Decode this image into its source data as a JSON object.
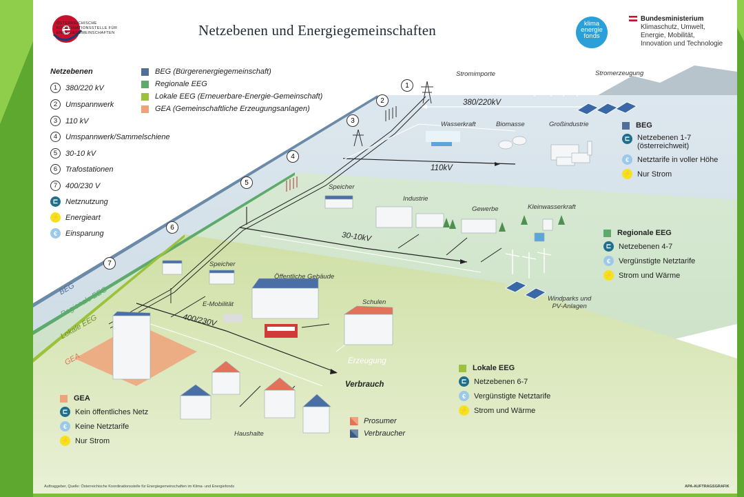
{
  "title": "Netzebenen und Energiegemeinschaften",
  "logo": {
    "org_line1": "ÖSTERREICHISCHE",
    "org_line2": "KOORDINATIONSSTELLE FÜR",
    "org_line3": "ENERGIEGEMEINSCHAFTEN",
    "klima_line1": "klima",
    "klima_line2": "energie",
    "klima_line3": "fonds"
  },
  "ministry": {
    "line1": "Bundesministerium",
    "line2": "Klimaschutz, Umwelt,",
    "line3": "Energie, Mobilität,",
    "line4": "Innovation und Technologie"
  },
  "legend_netzebenen": {
    "heading": "Netzebenen",
    "items": [
      {
        "num": "1",
        "label": "380/220 kV"
      },
      {
        "num": "2",
        "label": "Umspannwerk"
      },
      {
        "num": "3",
        "label": "110 kV"
      },
      {
        "num": "4",
        "label": "Umspannwerk/Sammelschiene"
      },
      {
        "num": "5",
        "label": "30-10 kV"
      },
      {
        "num": "6",
        "label": "Trafostationen"
      },
      {
        "num": "7",
        "label": "400/230 V"
      }
    ],
    "icons": [
      {
        "icon": "netznutzung-icon",
        "label": "Netznutzung"
      },
      {
        "icon": "energieart-icon",
        "label": "Energieart"
      },
      {
        "icon": "einsparung-icon",
        "label": "Einsparung"
      }
    ]
  },
  "legend_types": [
    {
      "label": "BEG (Bürgerenergiegemeinschaft)",
      "color": "#4f6f9a"
    },
    {
      "label": "Regionale EEG",
      "color": "#5daa6c"
    },
    {
      "label": "Lokale EEG (Erneuerbare-Energie-Gemeinschaft)",
      "color": "#9cc13b"
    },
    {
      "label": "GEA (Gemeinschaftliche Erzeugungsanlagen)",
      "color": "#f0a27a"
    }
  ],
  "diagram": {
    "stromimporte": "Stromimporte",
    "stromerzeugung": "Stromerzeugung",
    "line_380": "380/220kV",
    "wasserkraft": "Wasserkraft",
    "biomasse": "Biomasse",
    "grossindustrie": "Großindustrie",
    "line_110": "110kV",
    "speicher1": "Speicher",
    "industrie": "Industrie",
    "gewerbe": "Gewerbe",
    "kleinwasserkraft": "Kleinwasserkraft",
    "line_30": "30-10kV",
    "windparks1": "Windparks und",
    "windparks2": "PV-Anlagen",
    "speicher2": "Speicher",
    "oeffentliche": "Öffentliche Gebäude",
    "emobilitaet": "E-Mobilität",
    "schulen": "Schulen",
    "line_400": "400/230V",
    "erzeugung": "Erzeugung",
    "verbrauch": "Verbrauch",
    "haushalte": "Haushalte",
    "band_beg": "BEG",
    "band_reg": "Regionale EEG",
    "band_lok": "Lokale EEG",
    "band_gea": "GEA",
    "prosumer": "Prosumer",
    "verbraucher": "Verbraucher"
  },
  "box_beg": {
    "heading": "BEG",
    "r1": "Netzebenen 1-7",
    "r1b": "(österreichweit)",
    "r2": "Netztarife in voller Höhe",
    "r3": "Nur Strom"
  },
  "box_reg": {
    "heading": "Regionale EEG",
    "r1": "Netzebenen 4-7",
    "r2": "Vergünstigte Netztarife",
    "r3": "Strom und Wärme"
  },
  "box_lok": {
    "heading": "Lokale EEG",
    "r1": "Netzebenen 6-7",
    "r2": "Vergünstigte Netztarife",
    "r3": "Strom und Wärme"
  },
  "box_gea": {
    "heading": "GEA",
    "r1": "Kein öffentliches Netz",
    "r2": "Keine Netztarife",
    "r3": "Nur Strom"
  },
  "footer": "Auftraggeber, Quelle: Österreichische Koordinationsstelle für Energiegemeinschaften im Klima- und Energiefonds",
  "apa": "APA-AUFTRAGSGRAFIK",
  "colors": {
    "beg": "#4f6f9a",
    "regional": "#5daa6c",
    "lokal": "#9cc13b",
    "gea": "#f0a27a",
    "frame": "#7cbf3f"
  }
}
